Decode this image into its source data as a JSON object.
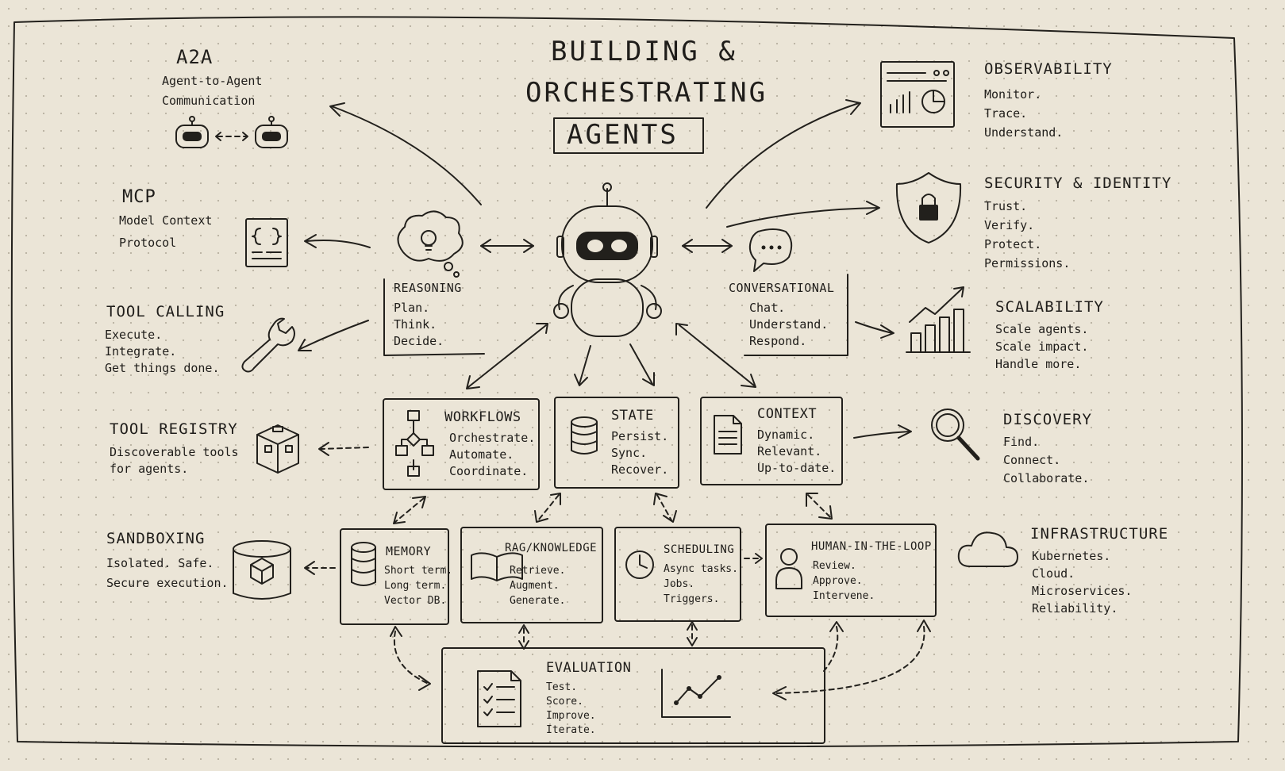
{
  "title": {
    "line1": "BUILDING &",
    "line2": "ORCHESTRATING",
    "line3": "AGENTS"
  },
  "a2a": {
    "heading": "A2A",
    "lines": [
      "Agent-to-Agent",
      "Communication"
    ]
  },
  "mcp": {
    "heading": "MCP",
    "lines": [
      "Model Context",
      "Protocol"
    ]
  },
  "tool_calling": {
    "heading": "TOOL CALLING",
    "lines": [
      "Execute.",
      "Integrate.",
      "Get things done."
    ]
  },
  "tool_registry": {
    "heading": "TOOL REGISTRY",
    "lines": [
      "Discoverable tools",
      "for agents."
    ]
  },
  "sandboxing": {
    "heading": "SANDBOXING",
    "lines": [
      "Isolated. Safe.",
      "Secure execution."
    ]
  },
  "observability": {
    "heading": "OBSERVABILITY",
    "lines": [
      "Monitor.",
      "Trace.",
      "Understand."
    ]
  },
  "security": {
    "heading": "SECURITY & IDENTITY",
    "lines": [
      "Trust.",
      "Verify.",
      "Protect.",
      "Permissions."
    ]
  },
  "scalability": {
    "heading": "SCALABILITY",
    "lines": [
      "Scale agents.",
      "Scale impact.",
      "Handle more."
    ]
  },
  "discovery": {
    "heading": "DISCOVERY",
    "lines": [
      "Find.",
      "Connect.",
      "Collaborate."
    ]
  },
  "infrastructure": {
    "heading": "INFRASTRUCTURE",
    "lines": [
      "Kubernetes.",
      "Cloud.",
      "Microservices.",
      "Reliability."
    ]
  },
  "reasoning": {
    "heading": "REASONING",
    "lines": [
      "Plan.",
      "Think.",
      "Decide."
    ]
  },
  "conversational": {
    "heading": "CONVERSATIONAL",
    "lines": [
      "Chat.",
      "Understand.",
      "Respond."
    ]
  },
  "workflows": {
    "heading": "WORKFLOWS",
    "lines": [
      "Orchestrate.",
      "Automate.",
      "Coordinate."
    ]
  },
  "state": {
    "heading": "STATE",
    "lines": [
      "Persist.",
      "Sync.",
      "Recover."
    ]
  },
  "context": {
    "heading": "CONTEXT",
    "lines": [
      "Dynamic.",
      "Relevant.",
      "Up-to-date."
    ]
  },
  "memory": {
    "heading": "MEMORY",
    "lines": [
      "Short term.",
      "Long term.",
      "Vector DB."
    ]
  },
  "rag": {
    "heading": "RAG/KNOWLEDGE",
    "lines": [
      "Retrieve.",
      "Augment.",
      "Generate."
    ]
  },
  "scheduling": {
    "heading": "SCHEDULING",
    "lines": [
      "Async tasks.",
      "Jobs.",
      "Triggers."
    ]
  },
  "hitl": {
    "heading": "HUMAN-IN-THE-LOOP",
    "lines": [
      "Review.",
      "Approve.",
      "Intervene."
    ]
  },
  "evaluation": {
    "heading": "EVALUATION",
    "lines": [
      "Test.",
      "Score.",
      "Improve.",
      "Iterate."
    ]
  },
  "icons": [
    "robot-icon",
    "lightbulb-cloud-icon",
    "chat-bubble-icon",
    "braces-document-icon",
    "wrench-icon",
    "cube-box-icon",
    "sandbox-cylinder-icon",
    "dashboard-icon",
    "shield-lock-icon",
    "bar-chart-icon",
    "magnifier-icon",
    "cloud-icon",
    "flowchart-icon",
    "database-icon",
    "document-icon",
    "book-icon",
    "clock-icon",
    "person-icon",
    "checklist-icon",
    "line-chart-icon"
  ]
}
